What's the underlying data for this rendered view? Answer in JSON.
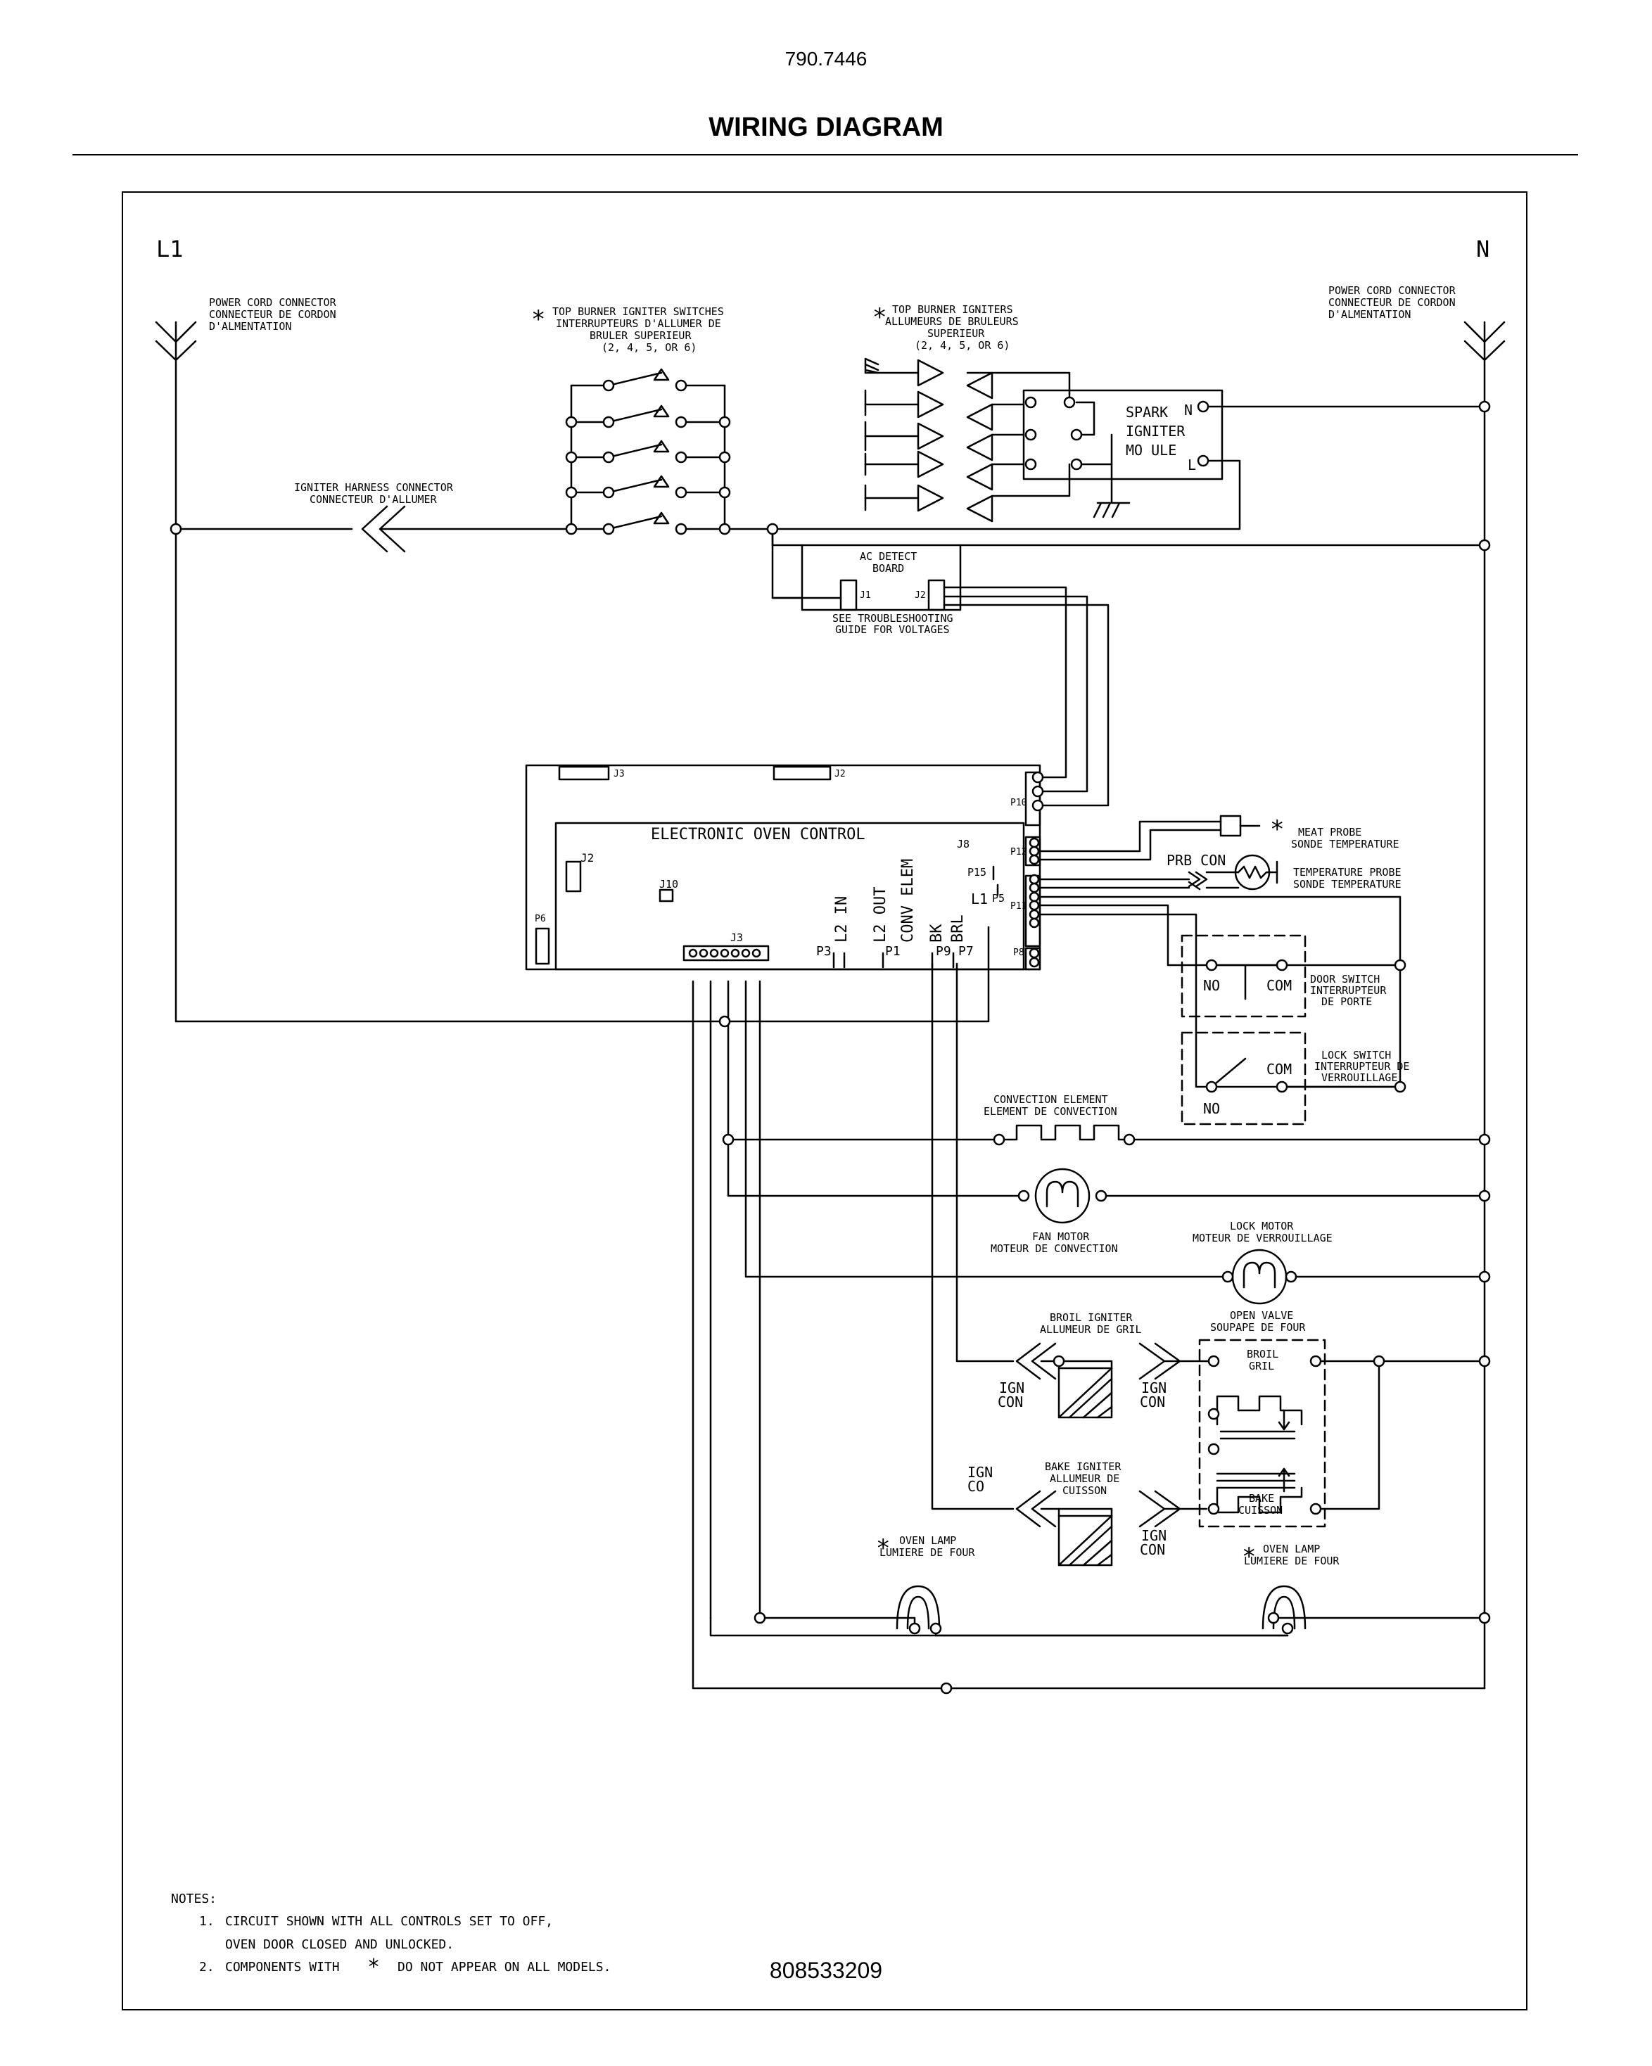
{
  "header": {
    "model": "790.7446",
    "title": "WIRING DIAGRAM"
  },
  "footer": {
    "part_number": "808533209"
  },
  "labels": {
    "l1": "L1",
    "n": "N",
    "power_cord_left": [
      "POWER CORD CONNECTOR",
      "CONNECTEUR DE CORDON",
      "D'ALMENTATION"
    ],
    "power_cord_right": [
      "POWER CORD CONNECTOR",
      "CONNECTEUR DE CORDON",
      "D'ALMENTATION"
    ],
    "igniter_switches": [
      "TOP BURNER IGNITER SWITCHES",
      "INTERRUPTEURS D'ALLUMER DE",
      "BRULER SUPERIEUR",
      "(2, 4, 5, OR 6)"
    ],
    "igniters": [
      "TOP BURNER IGNITERS",
      "ALLUMEURS DE BRULEURS",
      "SUPERIEUR",
      "(2, 4, 5, OR 6)"
    ],
    "spark_module": [
      "SPARK",
      "IGNITER",
      "MO ULE"
    ],
    "spark_n": "N",
    "spark_l": "L",
    "harness": [
      "IGNITER HARNESS CONNECTOR",
      "CONNECTEUR D'ALLUMER"
    ],
    "ac_detect": [
      "AC DETECT",
      "BOARD"
    ],
    "ac_j1": "J1",
    "ac_j2": "J2",
    "ac_guide": [
      "SEE TROUBLESHOOTING",
      "GUIDE FOR VOLTAGES"
    ],
    "eoc": "ELECTRONIC OVEN CONTROL",
    "eoc_j3_top": "J3",
    "eoc_j2_top": "J2",
    "eoc_j2": "J2",
    "eoc_j10": "J10",
    "eoc_j8": "J8",
    "eoc_j3": "J3",
    "eoc_p6": "P6",
    "eoc_p10": "P10",
    "eoc_p12": "P12",
    "eoc_p15": "P15",
    "eoc_l1": "L1",
    "eoc_p5": "P5",
    "eoc_p11": "P11",
    "eoc_p8": "P8",
    "eoc_p3": "P3",
    "eoc_p1": "P1",
    "eoc_p9": "P9",
    "eoc_p7": "P7",
    "eoc_l2in": "L2 IN",
    "eoc_l2out": "L2 OUT",
    "eoc_conv": "CONV ELEM",
    "eoc_bk": "BK",
    "eoc_brl": "BRL",
    "meat_probe": [
      "MEAT PROBE",
      "SONDE TEMPERATURE"
    ],
    "prb_con": "PRB CON",
    "temp_probe": [
      "TEMPERATURE PROBE",
      "SONDE TEMPERATURE"
    ],
    "door_switch": [
      "DOOR SWITCH",
      "INTERRUPTEUR",
      "DE PORTE"
    ],
    "lock_switch": [
      "LOCK SWITCH",
      "INTERRUPTEUR DE",
      "VERROUILLAGE"
    ],
    "sw_no": "NO",
    "sw_com": "COM",
    "conv_element": [
      "CONVECTION ELEMENT",
      "ELEMENT DE CONVECTION"
    ],
    "fan_motor": [
      "FAN MOTOR",
      "MOTEUR DE CONVECTION"
    ],
    "lock_motor": [
      "LOCK MOTOR",
      "MOTEUR DE VERROUILLAGE"
    ],
    "broil_igniter": [
      "BROIL IGNITER",
      "ALLUMEUR DE GRIL"
    ],
    "bake_igniter": [
      "BAKE IGNITER",
      "ALLUMEUR DE",
      "CUISSON"
    ],
    "open_valve": [
      "OPEN VALVE",
      "SOUPAPE DE FOUR"
    ],
    "valve_broil": [
      "BROIL",
      "GRIL"
    ],
    "valve_bake": [
      "BAKE",
      "CUISSON"
    ],
    "ign_con": [
      "IGN",
      "CON"
    ],
    "ign_co": [
      "IGN",
      "CO"
    ],
    "oven_lamp": [
      "OVEN LAMP",
      "LUMIERE DE FOUR"
    ],
    "asterisk": "*"
  },
  "notes": {
    "heading": "NOTES:",
    "n1_num": "1.",
    "n1_a": "CIRCUIT SHOWN WITH ALL CONTROLS SET TO OFF,",
    "n1_b": "OVEN DOOR CLOSED AND UNLOCKED.",
    "n2_num": "2.",
    "n2_a": "COMPONENTS WITH",
    "n2_b": "DO NOT APPEAR ON ALL MODELS."
  }
}
